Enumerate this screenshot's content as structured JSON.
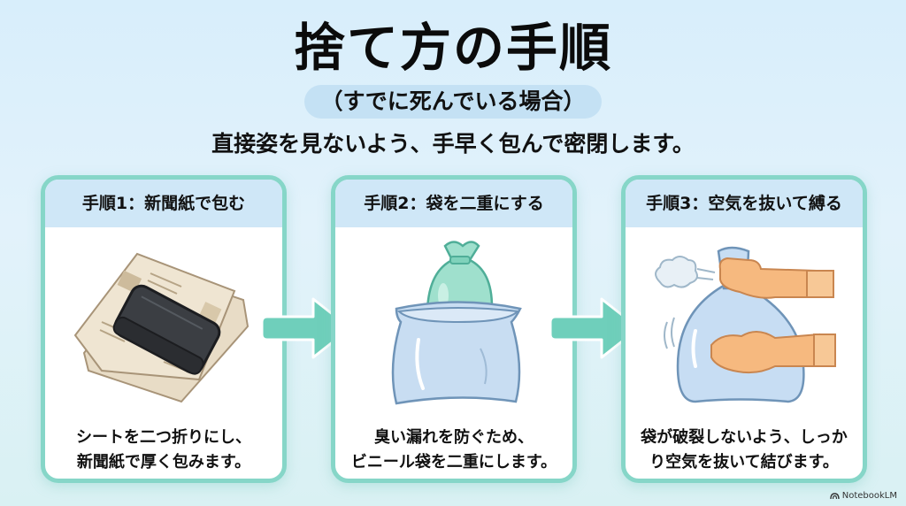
{
  "header": {
    "title": "捨て方の手順",
    "pill": "（すでに死んでいる場合）",
    "subtitle": "直接姿を見ないよう、手早く包んで密閉します。"
  },
  "steps": [
    {
      "title": "手順1：新聞紙で包む",
      "illustration": "newspaper-wrapped-sheet",
      "text": "シートを二つ折りにし、\n新聞紙で厚く包みます。"
    },
    {
      "title": "手順2：袋を二重にする",
      "illustration": "double-bag",
      "text": "臭い漏れを防ぐため、\nビニール袋を二重にします。"
    },
    {
      "title": "手順3：空気を抜いて縛る",
      "illustration": "gloved-hands-tying-bag",
      "text": "袋が破裂しないよう、しっか\nり空気を抜いて結びます。"
    }
  ],
  "arrows": [
    "arrow-right",
    "arrow-right"
  ],
  "colors": {
    "background_top": "#d8eefb",
    "card_border": "#86d6c8",
    "card_header": "#cfe7f7",
    "pill": "#c4e1f4",
    "arrow": "#6fcfbb"
  },
  "watermark": "NotebookLM"
}
